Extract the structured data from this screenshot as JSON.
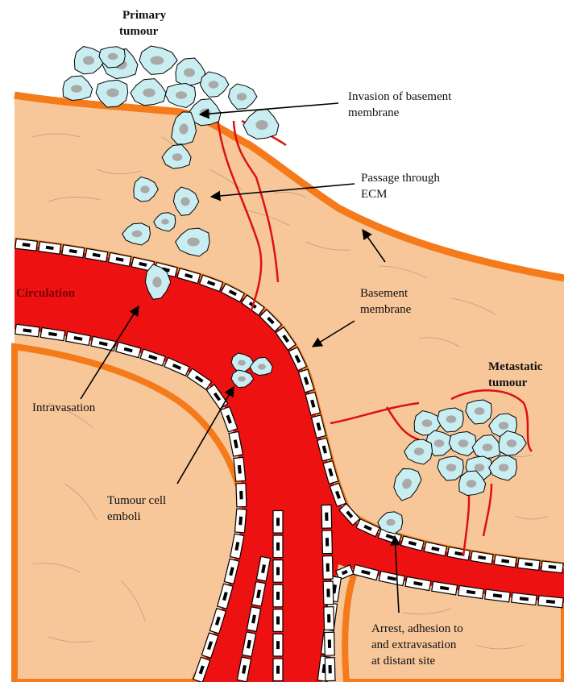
{
  "diagram": {
    "labels": {
      "primary_tumour": [
        "Primary",
        "tumour"
      ],
      "invasion": [
        "Invasion of basement",
        "membrane"
      ],
      "passage": [
        "Passage through",
        "ECM"
      ],
      "basement_membrane": [
        "Basement",
        "membrane"
      ],
      "circulation": "Circulation",
      "intravasation": "Intravasation",
      "emboli": [
        "Tumour cell",
        "emboli"
      ],
      "metastatic_tumour": [
        "Metastatic",
        "tumour"
      ],
      "arrest": [
        "Arrest, adhesion to",
        "and extravasation",
        "at distant site"
      ]
    },
    "colors": {
      "tissue": "#f7c79a",
      "membrane": "#f47a1a",
      "blood": "#ee1111",
      "endothelium": "#ffffff",
      "tumour_cell": "#c9eef2",
      "nucleus": "#a9a9a9",
      "capillary": "#dd1111",
      "outline": "#000000"
    }
  }
}
